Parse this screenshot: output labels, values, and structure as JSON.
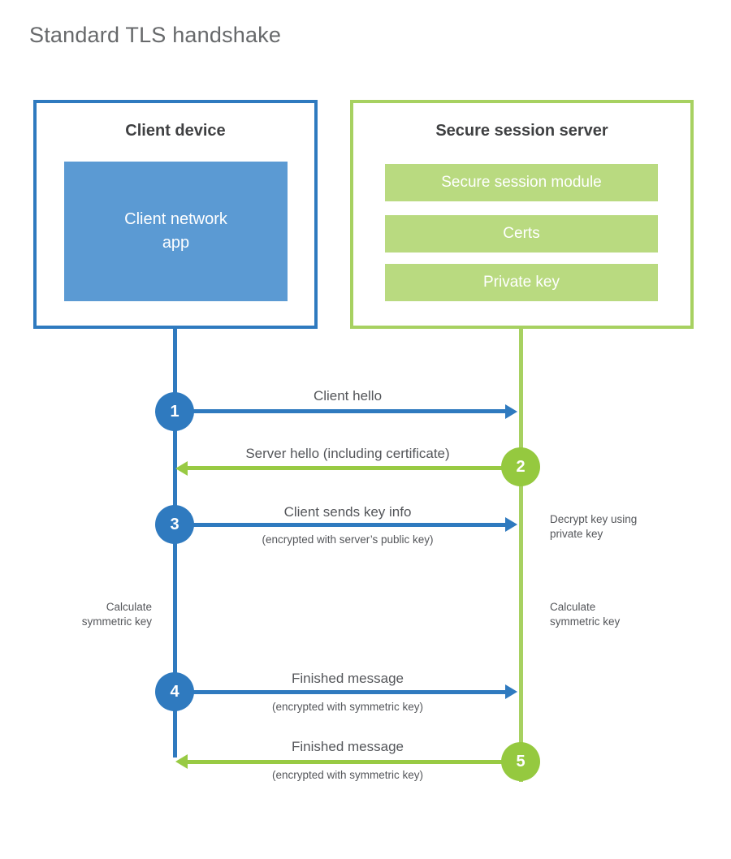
{
  "title": "Standard TLS handshake",
  "colors": {
    "client_blue": "#2f7abf",
    "client_fill_blue": "#5b9ad3",
    "server_green_line": "#a7d161",
    "server_green_fill": "#b9da80",
    "server_green_circle": "#95c93f",
    "heading_text": "#3f4042",
    "label_text": "#54565a",
    "title_text": "#67696b"
  },
  "client": {
    "title": "Client device",
    "app_label": "Client network\napp"
  },
  "server": {
    "title": "Secure session server",
    "modules": [
      "Secure session module",
      "Certs",
      "Private key"
    ]
  },
  "steps": [
    {
      "num": "1",
      "direction": "client-to-server",
      "label": "Client hello",
      "sublabel": ""
    },
    {
      "num": "2",
      "direction": "server-to-client",
      "label": "Server hello (including certificate)",
      "sublabel": ""
    },
    {
      "num": "3",
      "direction": "client-to-server",
      "label": "Client sends key info",
      "sublabel": "(encrypted with server’s public key)"
    },
    {
      "num": "4",
      "direction": "client-to-server",
      "label": "Finished message",
      "sublabel": "(encrypted with symmetric key)"
    },
    {
      "num": "5",
      "direction": "server-to-client",
      "label": "Finished message",
      "sublabel": "(encrypted with symmetric key)"
    }
  ],
  "notes": {
    "decrypt": "Decrypt key using\nprivate key",
    "calc_left": "Calculate\nsymmetric key",
    "calc_right": "Calculate\nsymmetric key"
  }
}
